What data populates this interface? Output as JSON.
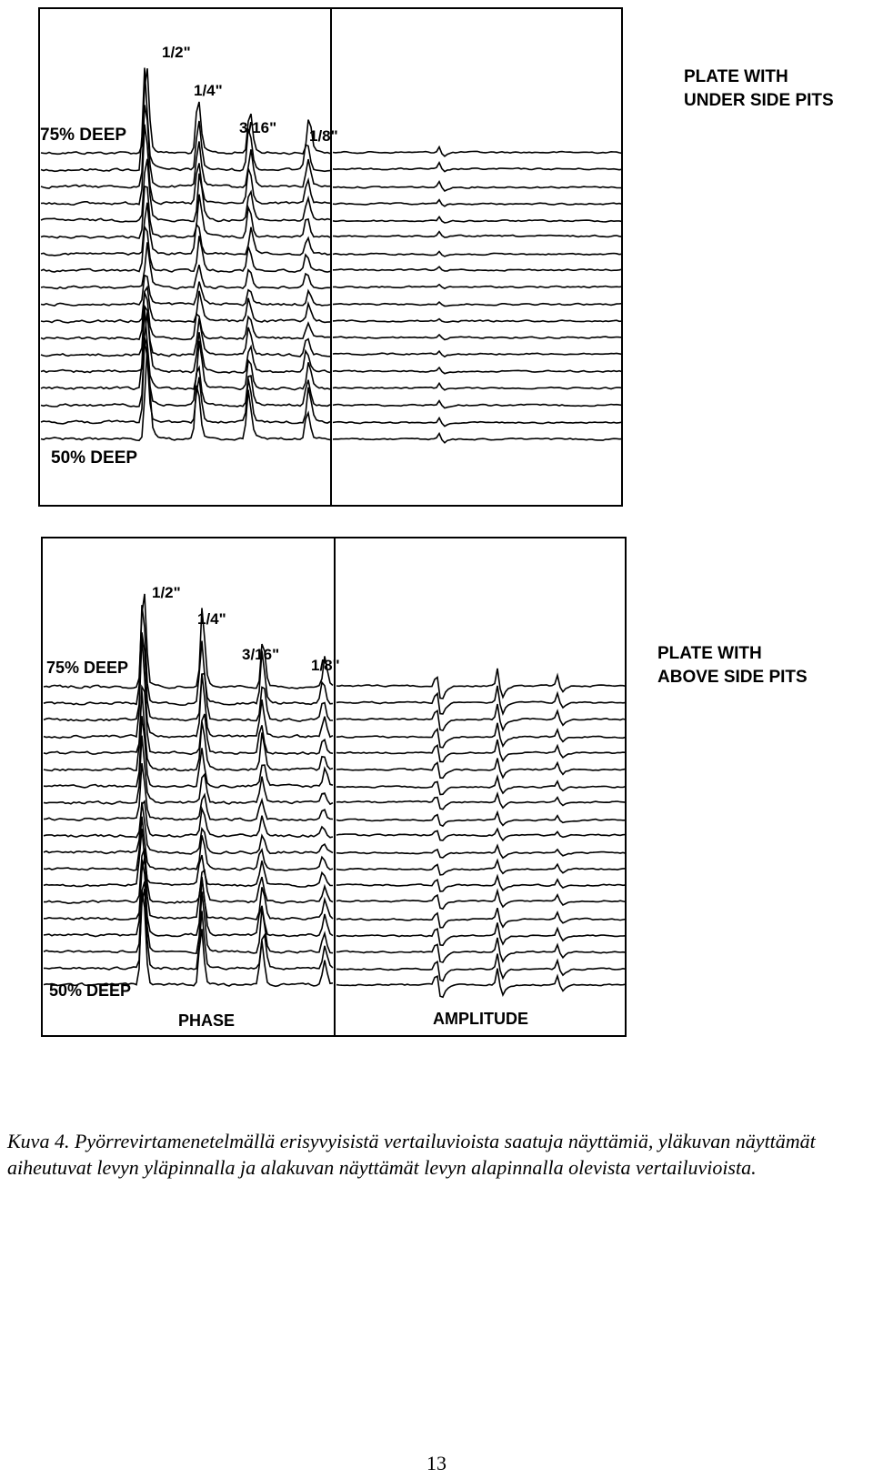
{
  "figures": [
    {
      "title_line1": "PLATE WITH",
      "title_line2": "UNDER SIDE PITS",
      "top_label": "75% DEEP",
      "bottom_label": "50% DEEP",
      "pit_labels": [
        "1/2\"",
        "1/4\"",
        "3/16\"",
        "1/8\""
      ]
    },
    {
      "title_line1": "PLATE WITH",
      "title_line2": "ABOVE SIDE PITS",
      "top_label": "75% DEEP",
      "bottom_label": "50% DEEP",
      "pit_labels": [
        "1/2\"",
        "1/4\"",
        "3/16\"",
        "1/8\""
      ],
      "phase_label": "PHASE",
      "amplitude_label": "AMPLITUDE"
    }
  ],
  "caption": "Kuva 4. Pyörrevirtamenetelmällä erisyvyisistä vertailuvioista saatuja näyttämiä, yläkuvan näyttämät aiheutuvat levyn yläpinnalla ja alakuvan näyttämät levyn alapinnalla olevista vertailuvioista.",
  "page_number": "13"
}
